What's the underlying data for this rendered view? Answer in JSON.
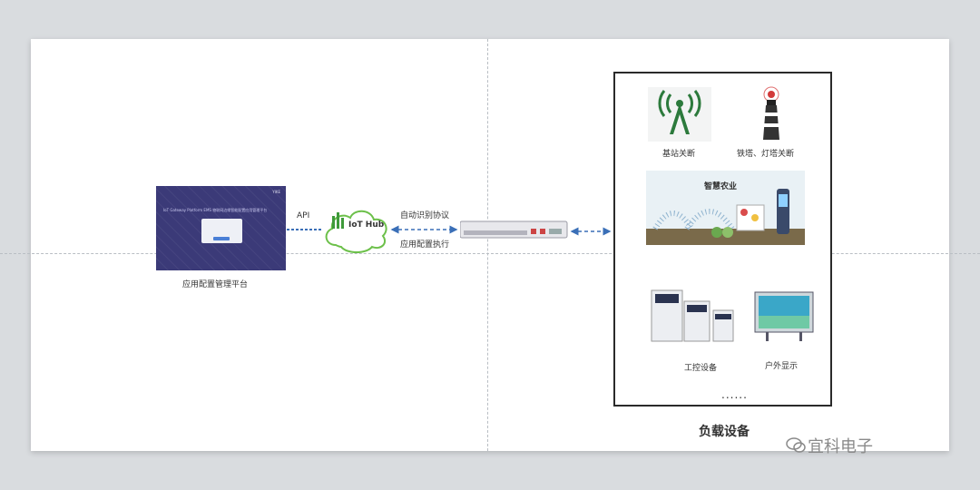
{
  "platform": {
    "label": "应用配置管理平台",
    "screen_header": "IoT Gateway Platform EMS 物联网边缘智能配置应用管理平台",
    "screen_brand": "YIKE"
  },
  "links": {
    "api_label": "API",
    "protocol_label": "自动识别协议",
    "execute_label": "应用配置执行"
  },
  "hub": {
    "label": "IoT Hub"
  },
  "devices": {
    "base_station": "基站关断",
    "tower_lamp": "铁塔、灯塔关断",
    "agriculture": "智慧农业",
    "industrial": "工控设备",
    "outdoor_display": "户外显示",
    "ellipsis": "......"
  },
  "load_label": "负载设备",
  "watermark": "宜科电子",
  "colors": {
    "accent_green": "#3e9a3a",
    "arrow_blue": "#3a6fb7",
    "platform_bg": "#3b3a78"
  }
}
